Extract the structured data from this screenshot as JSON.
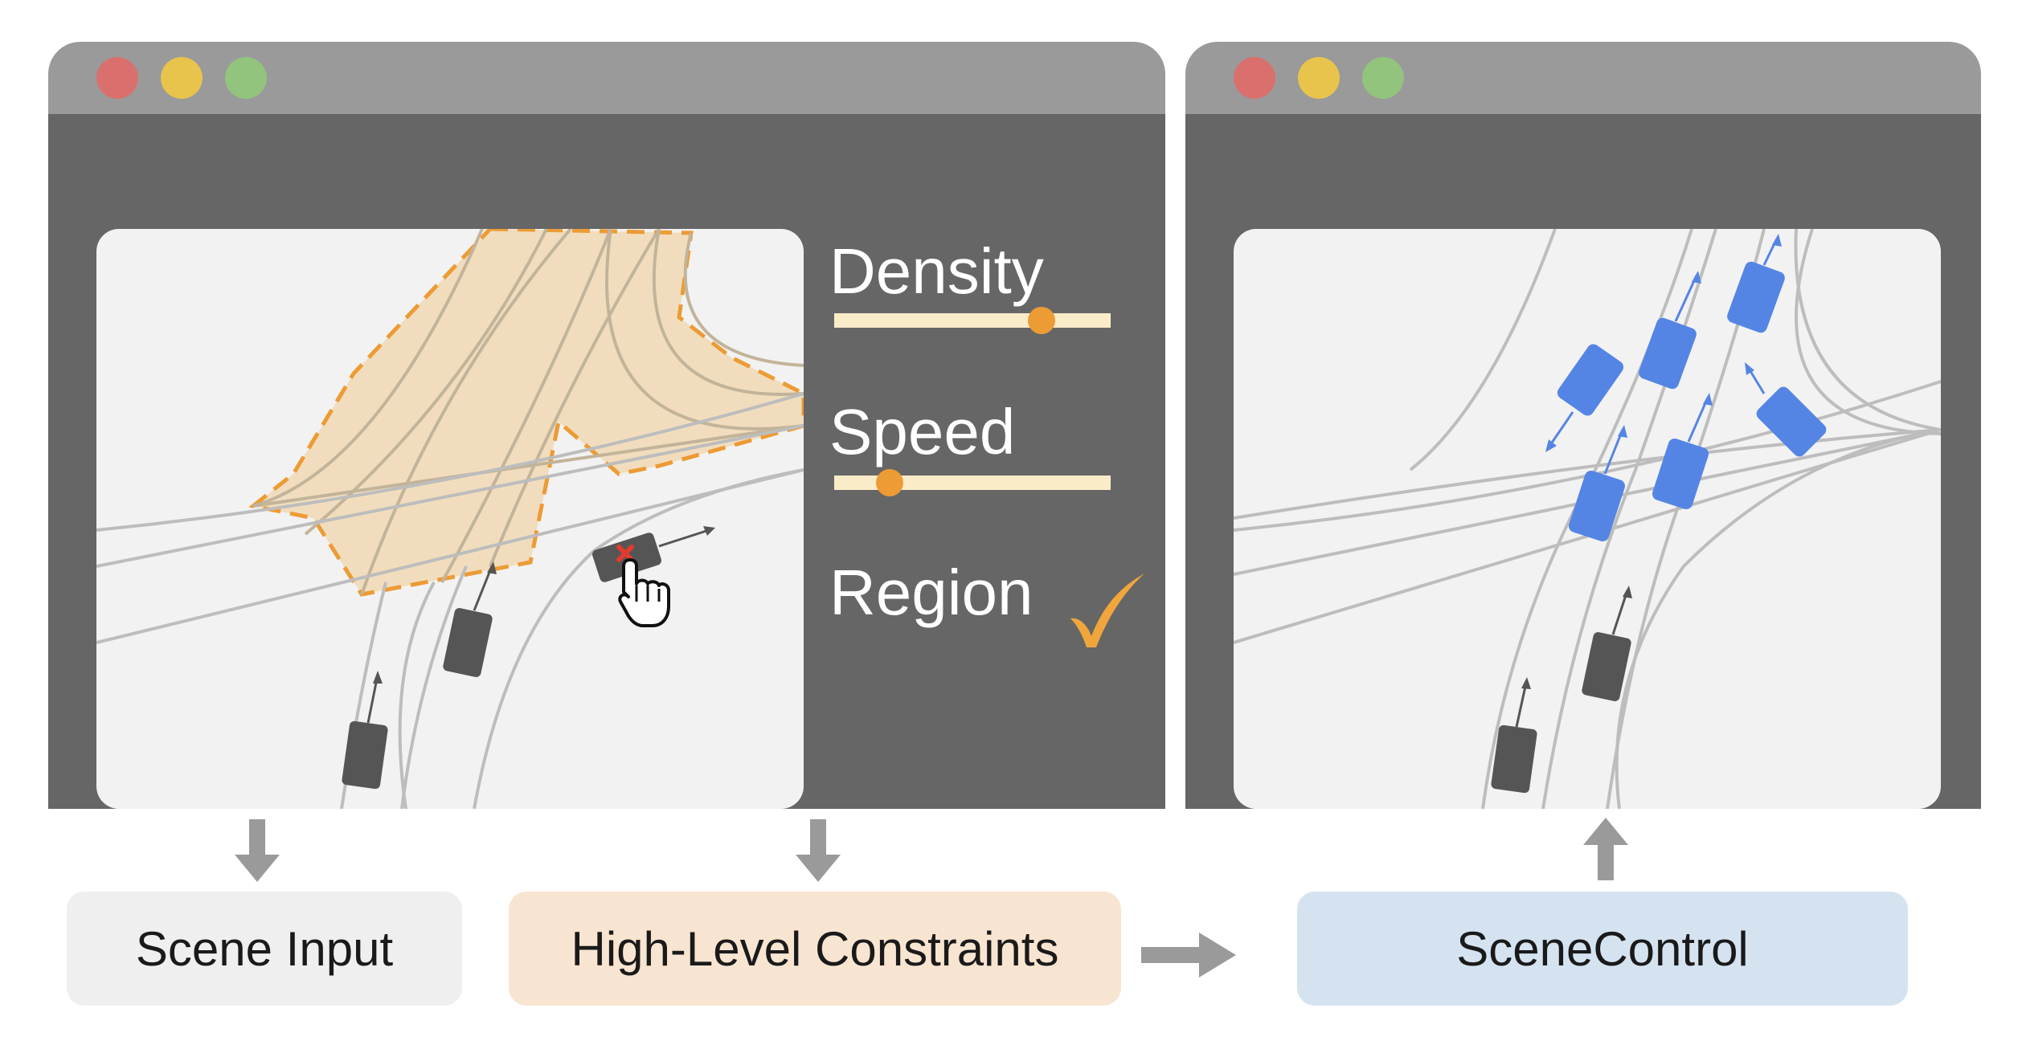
{
  "left_window": {
    "controls": {
      "density": {
        "label": "Density",
        "value": 0.75
      },
      "speed": {
        "label": "Speed",
        "value": 0.2
      },
      "region": {
        "label": "Region",
        "checked": true
      }
    }
  },
  "flow": {
    "scene_input": "Scene Input",
    "high_level_constraints": "High-Level Constraints",
    "scenecontrol": "SceneControl"
  },
  "colors": {
    "titlebar": "#9a9a9a",
    "window_body": "#666666",
    "canvas": "#f2f2f2",
    "dot_red": "#d9706d",
    "dot_yellow": "#e8c44d",
    "dot_green": "#92c47d",
    "region_fill": "#f1ddbd",
    "region_border": "#ec9b35",
    "slider_track": "#fbecc9",
    "slider_knob": "#ec9b35",
    "checkmark": "#f0a63c",
    "vehicle_dark": "#555555",
    "vehicle_blue": "#5585e4",
    "box_scene_input": "#efefef",
    "box_constraints": "#f8e5d1",
    "box_scenecontrol": "#d5e3f1",
    "flow_arrow": "#9a9a9a"
  },
  "icons": {
    "cursor": "hand-pointer-icon",
    "remove": "red-x-icon",
    "check": "checkmark-icon",
    "window_controls": [
      "close-dot",
      "minimize-dot",
      "maximize-dot"
    ]
  }
}
